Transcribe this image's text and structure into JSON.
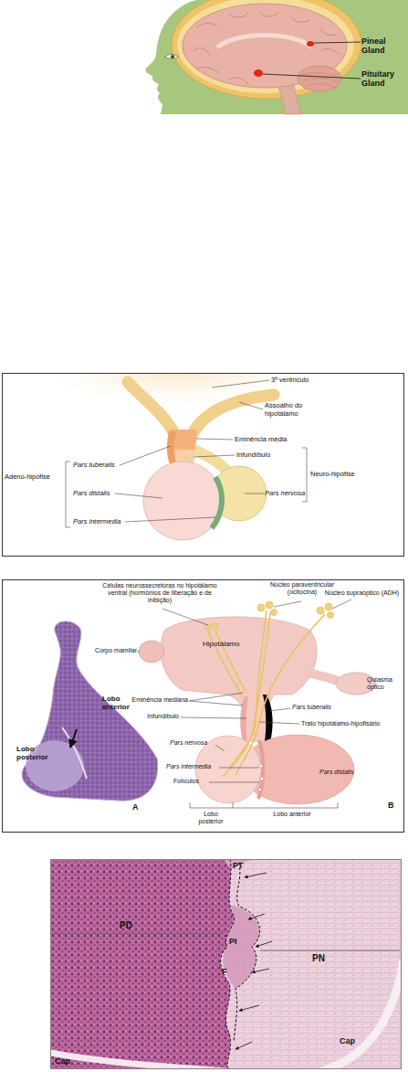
{
  "diagram": {
    "labels": [
      "Pineal Gland",
      "Pituitary Gland",
      "3º ventrículo",
      "Assoalho do hipotálamo",
      "Eminência média",
      "Adeno-hipófise",
      "Pars tuberalis",
      "Infundíbulo",
      "Neuro-hipófise",
      "Pars distalis",
      "Pars nervosa",
      "Pars intermedia",
      "Células neurossecretoras no hipotálamo ventral (hormônios de liberação e de inibição)",
      "Núcleo paraventricular (ocitocina)",
      "Núcleo supraóptico (ADH)",
      "Hipotálamo",
      "Corpo mamilar",
      "Lobo anterior",
      "Quiasma óptico",
      "Eminência mediana",
      "Pars tuberalis",
      "Infundíbulo",
      "Trato hipotálamo-hipofisário",
      "Lobo posterior",
      "Pars nervosa",
      "Pars intermedia",
      "Pars distalis",
      "Folículos",
      "A",
      "B",
      "Lobo posterior",
      "Lobo anterior",
      "PT",
      "PD",
      "PI",
      "PN",
      "F",
      "Cap",
      "Cap"
    ]
  }
}
